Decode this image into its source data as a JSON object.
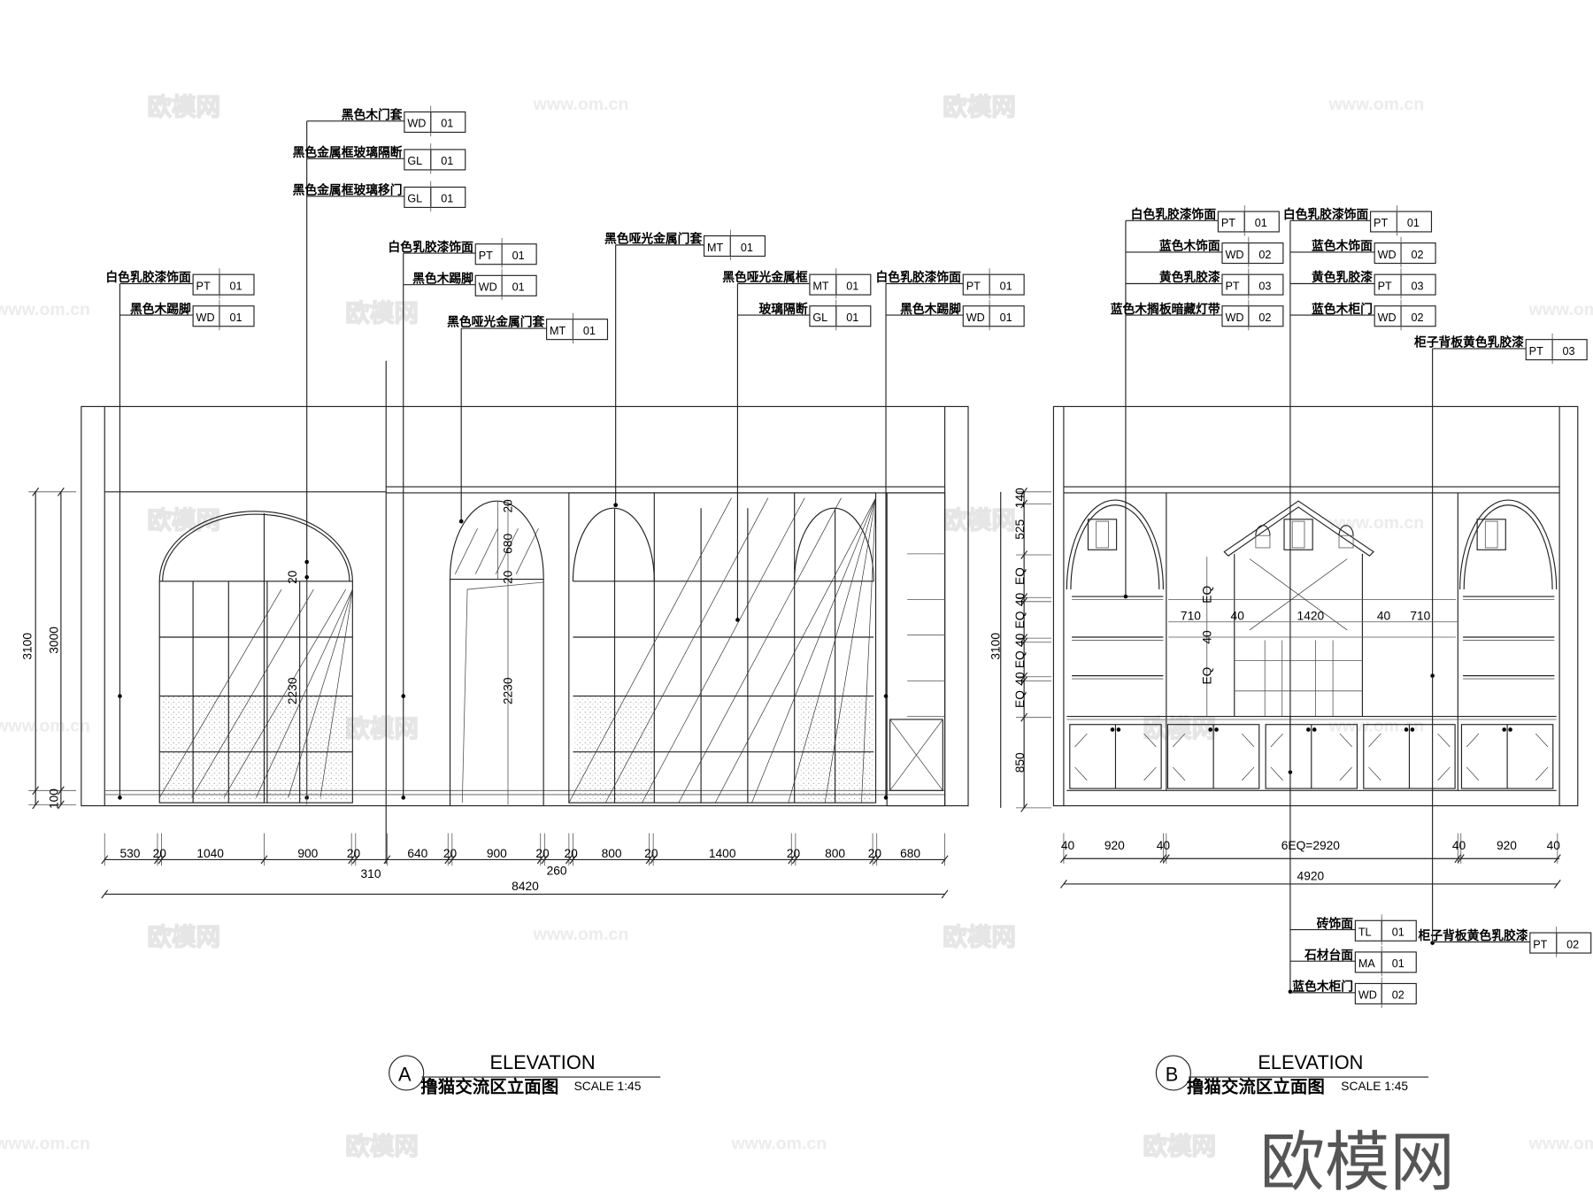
{
  "watermark": {
    "logo": "欧模网",
    "url": "www.om.cn",
    "big": "欧模网"
  },
  "elevation_a": {
    "callouts": [
      {
        "label": "黑色木门套",
        "code": "WD",
        "num": "01"
      },
      {
        "label": "黑色金属框玻璃隔断",
        "code": "GL",
        "num": "01"
      },
      {
        "label": "黑色金属框玻璃移门",
        "code": "GL",
        "num": "01"
      },
      {
        "label": "白色乳胶漆饰面",
        "code": "PT",
        "num": "01"
      },
      {
        "label": "黑色木踢脚",
        "code": "WD",
        "num": "01"
      },
      {
        "label": "黑色哑光金属门套",
        "code": "MT",
        "num": "01"
      },
      {
        "label": "黑色哑光金属门套",
        "code": "MT",
        "num": "01"
      },
      {
        "label": "黑色哑光金属框",
        "code": "MT",
        "num": "01"
      },
      {
        "label": "玻璃隔断",
        "code": "GL",
        "num": "01"
      },
      {
        "label": "白色乳胶漆饰面",
        "code": "PT",
        "num": "01"
      },
      {
        "label": "黑色木踢脚",
        "code": "WD",
        "num": "01"
      },
      {
        "label": "白色乳胶漆饰面",
        "code": "PT",
        "num": "01"
      },
      {
        "label": "黑色木踢脚",
        "code": "WD",
        "num": "01"
      }
    ],
    "dimensions": {
      "bottom": [
        "530",
        "20",
        "1040",
        "900",
        "20",
        "640",
        "20",
        "900",
        "20",
        "20",
        "800",
        "20",
        "1400",
        "20",
        "800",
        "20",
        "680"
      ],
      "bottom_secondary": [
        "310",
        "260"
      ],
      "overall": "8420",
      "left": [
        "3100",
        "3000",
        "100"
      ],
      "inner": [
        "2230",
        "20",
        "20",
        "680",
        "20",
        "2230"
      ]
    },
    "title": {
      "marker": "A",
      "heading": "ELEVATION",
      "name": "撸猫交流区立面图",
      "scale": "SCALE  1:45"
    }
  },
  "elevation_b": {
    "callouts": [
      {
        "label": "白色乳胶漆饰面",
        "code": "PT",
        "num": "01"
      },
      {
        "label": "蓝色木饰面",
        "code": "WD",
        "num": "02"
      },
      {
        "label": "黄色乳胶漆",
        "code": "PT",
        "num": "03"
      },
      {
        "label": "蓝色木搁板暗藏灯带",
        "code": "WD",
        "num": "02"
      },
      {
        "label": "白色乳胶漆饰面",
        "code": "PT",
        "num": "01"
      },
      {
        "label": "蓝色木饰面",
        "code": "WD",
        "num": "02"
      },
      {
        "label": "黄色乳胶漆",
        "code": "PT",
        "num": "03"
      },
      {
        "label": "蓝色木柜门",
        "code": "WD",
        "num": "02"
      },
      {
        "label": "柜子背板黄色乳胶漆",
        "code": "PT",
        "num": "03"
      },
      {
        "label": "砖饰面",
        "code": "TL",
        "num": "01"
      },
      {
        "label": "石材台面",
        "code": "MA",
        "num": "01"
      },
      {
        "label": "蓝色木柜门",
        "code": "WD",
        "num": "02"
      },
      {
        "label": "柜子背板黄色乳胶漆",
        "code": "PT",
        "num": "02"
      }
    ],
    "dimensions": {
      "bottom": [
        "40",
        "920",
        "40",
        "6EQ=2920",
        "40",
        "920",
        "40"
      ],
      "overall": "4920",
      "left_total": "3100",
      "left": [
        "140",
        "525",
        "EQ",
        "40",
        "EQ",
        "40",
        "EQ",
        "40",
        "EQ",
        "850"
      ],
      "inner_horizontal": [
        "710",
        "40",
        "1420",
        "40",
        "710"
      ],
      "inner_vertical": [
        "EQ",
        "40",
        "EQ"
      ]
    },
    "title": {
      "marker": "B",
      "heading": "ELEVATION",
      "name": "撸猫交流区立面图",
      "scale": "SCALE  1:45"
    }
  }
}
